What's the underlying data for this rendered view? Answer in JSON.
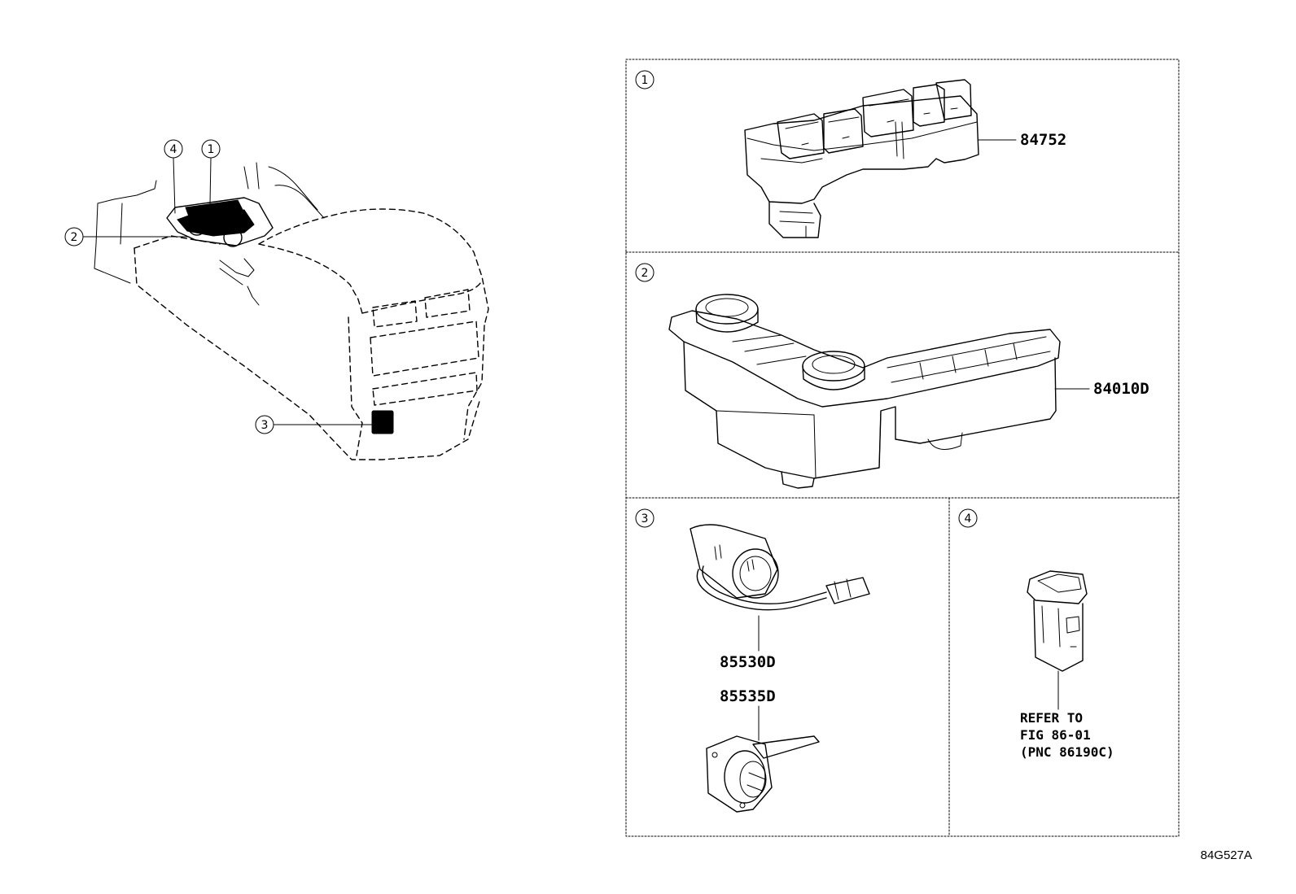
{
  "callouts": {
    "c1": "1",
    "c2": "2",
    "c3": "3",
    "c4": "4"
  },
  "parts": {
    "p1": "84752",
    "p2": "84010D",
    "p3a": "85530D",
    "p3b": "85535D"
  },
  "refer_note": {
    "line1": "REFER TO",
    "line2": "FIG 86-01",
    "line3": "(PNC 86190C)"
  },
  "drawing_code": "84G527A"
}
